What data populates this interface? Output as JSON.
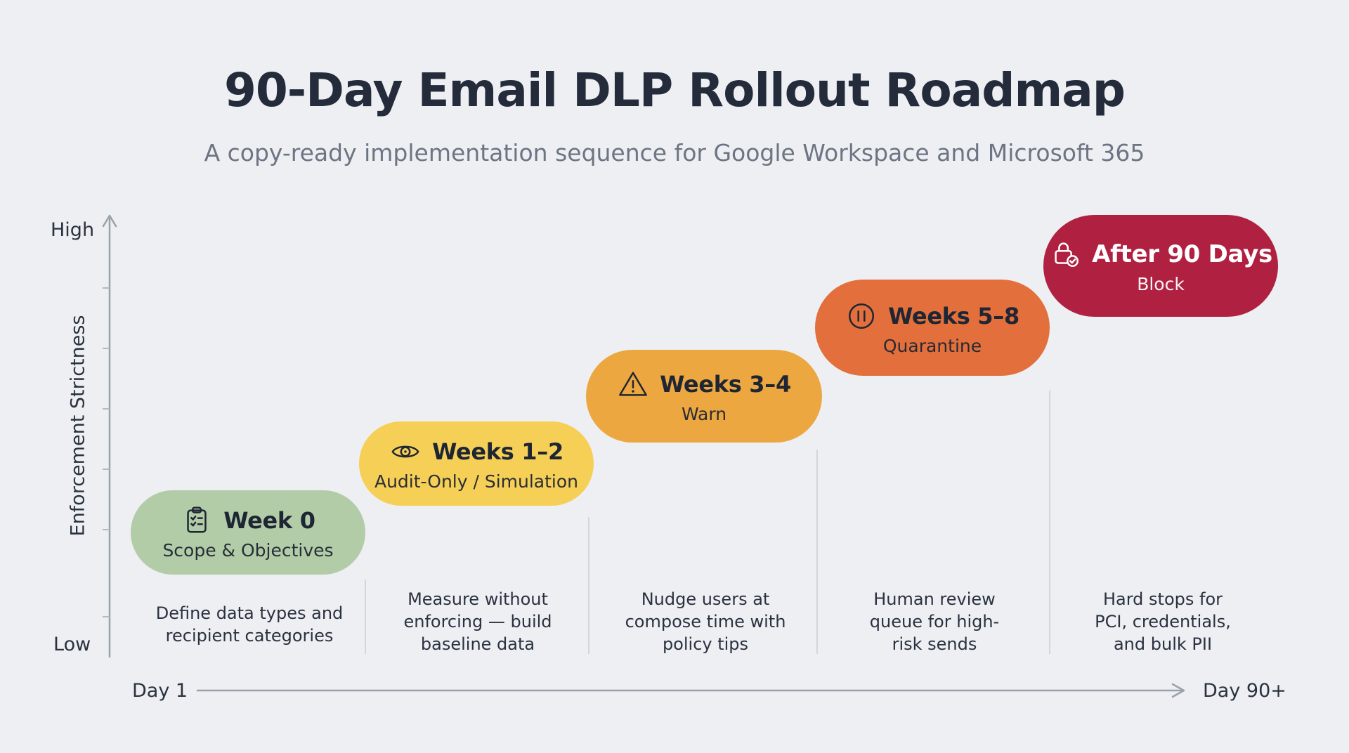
{
  "page": {
    "title": "90-Day Email DLP Rollout Roadmap",
    "subtitle": "A copy-ready implementation sequence for Google Workspace and Microsoft 365",
    "background_color": "#edeff2"
  },
  "axes": {
    "y_axis_label": "Enforcement Strictness",
    "y_max_label": "High",
    "y_min_label": "Low",
    "x_start_label": "Day 1",
    "x_end_label": "Day 90+",
    "axis_color": "#9aa1aa"
  },
  "stages": [
    {
      "title": "Week 0",
      "subtitle": "Scope & Objectives",
      "description": "Define data types and recipient categories",
      "icon": "clipboard-checklist-icon",
      "color": "#b2cca7",
      "text_color": "#1f2633"
    },
    {
      "title": "Weeks 1–2",
      "subtitle": "Audit-Only / Simulation",
      "description": "Measure without enforcing — build baseline data",
      "icon": "eye-icon",
      "color": "#f6cf57",
      "text_color": "#1f2633"
    },
    {
      "title": "Weeks 3–4",
      "subtitle": "Warn",
      "description": "Nudge users at compose time with policy tips",
      "icon": "warning-triangle-icon",
      "color": "#eca740",
      "text_color": "#1f2633"
    },
    {
      "title": "Weeks 5–8",
      "subtitle": "Quarantine",
      "description": "Human review queue for high-risk sends",
      "icon": "pause-circle-icon",
      "color": "#e26f3c",
      "text_color": "#1f2633"
    },
    {
      "title": "After 90 Days",
      "subtitle": "Block",
      "description": "Hard stops for PCI, credentials, and bulk PII",
      "icon": "lock-shield-check-icon",
      "color": "#b02041",
      "text_color": "#ffffff"
    }
  ]
}
